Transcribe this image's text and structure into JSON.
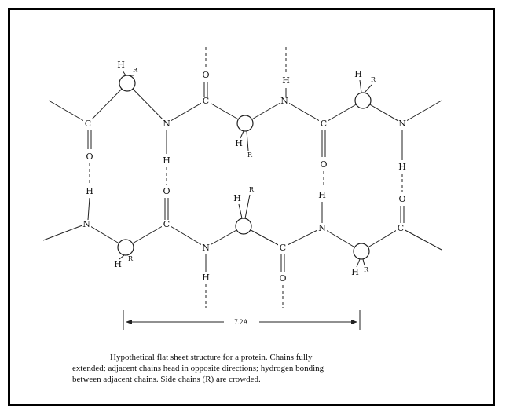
{
  "diagram": {
    "atoms": {
      "carbon": "C",
      "nitrogen": "N",
      "oxygen": "O",
      "hydrogen": "H",
      "side_chain": "R"
    },
    "dimension_label": "7.2A",
    "caption": [
      "Hypothetical flat sheet structure for a protein. Chains fully",
      "extended; adjacent chains head in opposite directions; hydrogen bonding",
      "between adjacent chains. Side chains (R) are crowded."
    ]
  }
}
